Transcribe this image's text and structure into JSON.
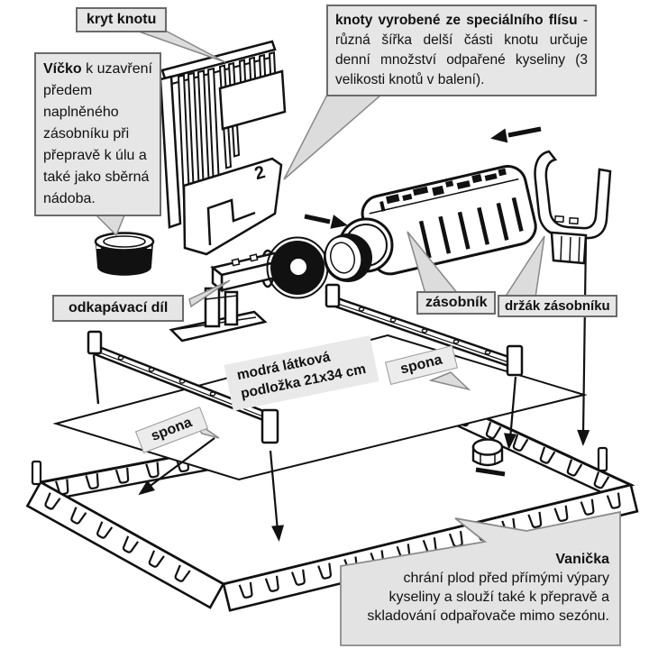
{
  "diagram": {
    "title_implicit": "exploded assembly diagram of acid evaporator",
    "callouts": {
      "kryt_knotu": {
        "label": "kryt knotu"
      },
      "vicko": {
        "bold": "Víčko",
        "rest": " k uzavření předem naplněného zásobníku při přepravě k úlu a také jako sběrná nádoba."
      },
      "knoty": {
        "bold": "knoty vyrobené ze speciálního flísu",
        "rest": " - různá šířka delší části knotu určuje denní množství odpařené kyseliny (3 velikosti knotů v balení)."
      },
      "odkapavaci_dil": {
        "label": "odkapávací díl"
      },
      "zasobnik": {
        "label": "zásobník"
      },
      "drzak_zasobniku": {
        "label": "držák zásobníku"
      },
      "spona_left": {
        "label": "spona"
      },
      "spona_right": {
        "label": "spona"
      },
      "podlozka": {
        "line1": "modrá látková",
        "line2": "podložka 21x34 cm"
      },
      "vanicka": {
        "bold": "Vanička",
        "rest": "chrání plod před přímými výpary kyseliny a slouží také k přepravě a skladování odpařovače mimo sezónu."
      }
    },
    "annotations": {
      "wick_number": "2"
    },
    "colors": {
      "line": "#111111",
      "label_bg": "#e6e6e6",
      "label_border": "#6a6a6a",
      "pointer_fill": "#dcdcdc"
    }
  }
}
